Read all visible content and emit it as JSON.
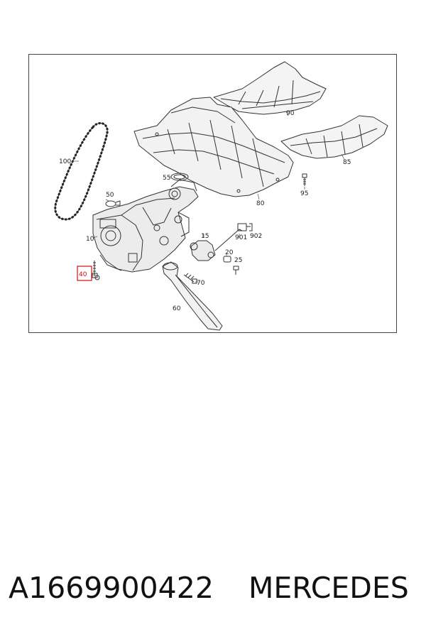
{
  "diagram": {
    "highlighted_part": "40",
    "callouts": {
      "c90": "90",
      "c85": "85",
      "c80": "80",
      "c95": "95",
      "c100": "100",
      "c55": "55",
      "c50": "50",
      "c10": "10",
      "c15": "15",
      "c901": "901",
      "c902": "902",
      "c20": "20",
      "c25": "25",
      "c40": "40",
      "c70": "70",
      "c60": "60"
    },
    "colors": {
      "line": "#333333",
      "highlight": "#d01010"
    }
  },
  "footer": {
    "part_number": "A1669900422",
    "brand": "MERCEDES"
  }
}
